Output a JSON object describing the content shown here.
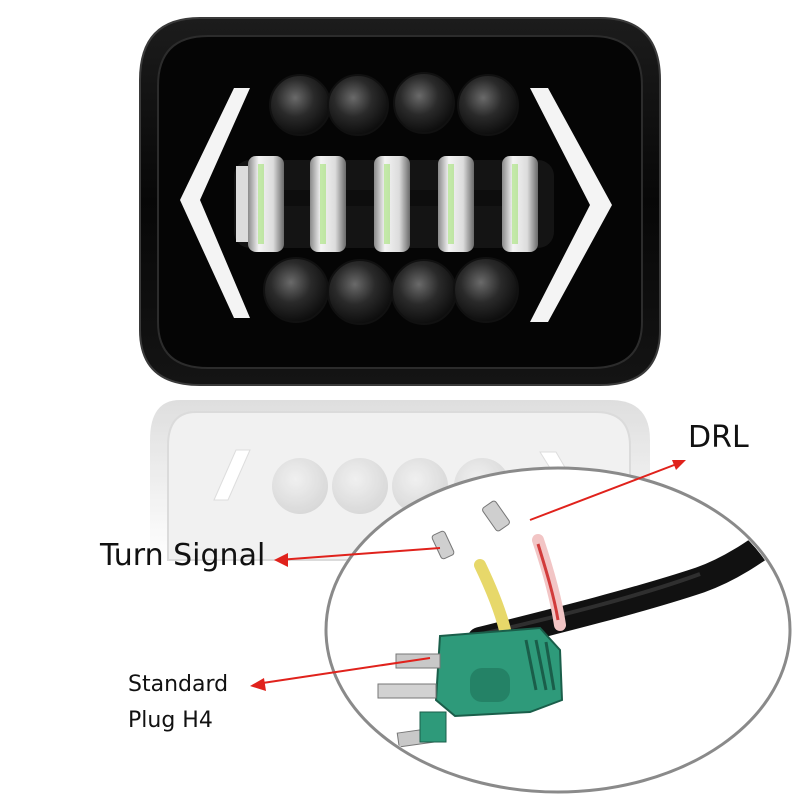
{
  "labels": {
    "drl": "DRL",
    "turn_signal": "Turn Signal",
    "standard": "Standard",
    "plug": "Plug H4"
  },
  "colors": {
    "arrow": "#e0221c",
    "plug": "#2e9a7a",
    "housing": "#0b0b0b",
    "drl_glow": "#f3f3f3"
  },
  "icons": [
    "headlight-product-photo",
    "h4-plug-connector"
  ]
}
